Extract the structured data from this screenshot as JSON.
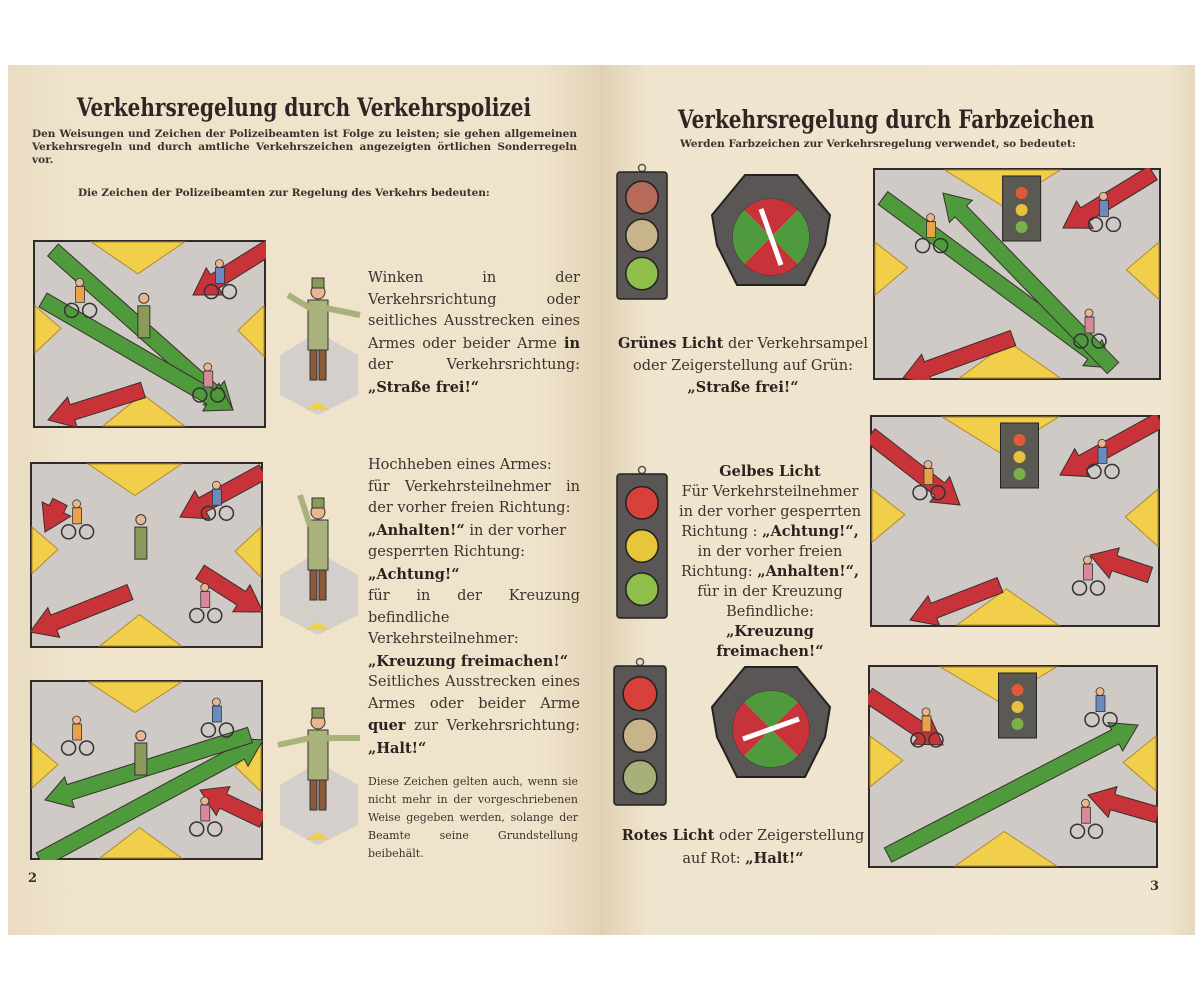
{
  "left_page": {
    "title": "Verkehrsregelung durch Verkehrspolizei",
    "intro": "Den Weisungen und Zeichen der Polizeibeamten ist Folge zu leisten; sie gehen allgemeinen Verkehrsregeln und durch amtliche Verkehrszeichen angezeigten örtlichen Sonderregeln vor.",
    "subheading": "Die Zeichen der Polizeibeamten zur Regelung des Verkehrs bedeuten:",
    "signals": [
      {
        "text": "Winken in der Verkehrsrichtung oder seitliches Ausstrecken eines Armes oder beider Arme",
        "bold": "in",
        "text2": "der Verkehrsrichtung:",
        "quote": "„Straße frei!“"
      },
      {
        "line1": "Hochheben eines Armes:",
        "line2": "für Verkehrsteilnehmer in der vorher freien Richtung:",
        "quote1": "„Anhalten!“",
        "line3": "in der vorher gesperrten Richtung:",
        "quote2": "„Achtung!“",
        "line4": "für in der Kreuzung befindliche Verkehrsteilnehmer:",
        "quote3": "„Kreuzung freimachen!“"
      },
      {
        "text": "Seitliches Ausstrecken eines Armes oder beider Arme",
        "bold": "quer",
        "text2": "zur Verkehrsrichtung:",
        "quote": "„Halt!“"
      }
    ],
    "note": "Diese Zeichen gelten auch, wenn sie nicht mehr in der vorgeschriebenen Weise gegeben werden, solange der Beamte seine Grundstellung beibehält.",
    "page_number": "2"
  },
  "right_page": {
    "title": "Verkehrsregelung durch Farbzeichen",
    "intro": "Werden Farbzeichen zur Verkehrsregelung verwendet, so bedeutet:",
    "green": {
      "bold": "Grünes Licht",
      "text": "der Verkehrsampel oder Zeigerstellung auf Grün:",
      "quote": "„Straße frei!“"
    },
    "yellow": {
      "heading": "Gelbes Licht",
      "line1": "Für Verkehrsteilnehmer in der vorher gesperrten Richtung :",
      "quote1": "„Achtung!“,",
      "line2": "in der vorher freien Richtung:",
      "quote2": "„Anhalten!“,",
      "line3": "für in der Kreuzung Befindliche:",
      "quote3": "„Kreuzung freimachen!“"
    },
    "red": {
      "bold": "Rotes Licht",
      "text": "oder Zeigerstellung auf Rot:",
      "quote": "„Halt!“"
    },
    "page_number": "3"
  },
  "colors": {
    "paper": "#efe3cb",
    "red": "#c8333a",
    "green": "#4f9a3c",
    "yellow": "#f1cf4a",
    "road": "#cfcac6",
    "lamp_body": "#5a5655"
  }
}
